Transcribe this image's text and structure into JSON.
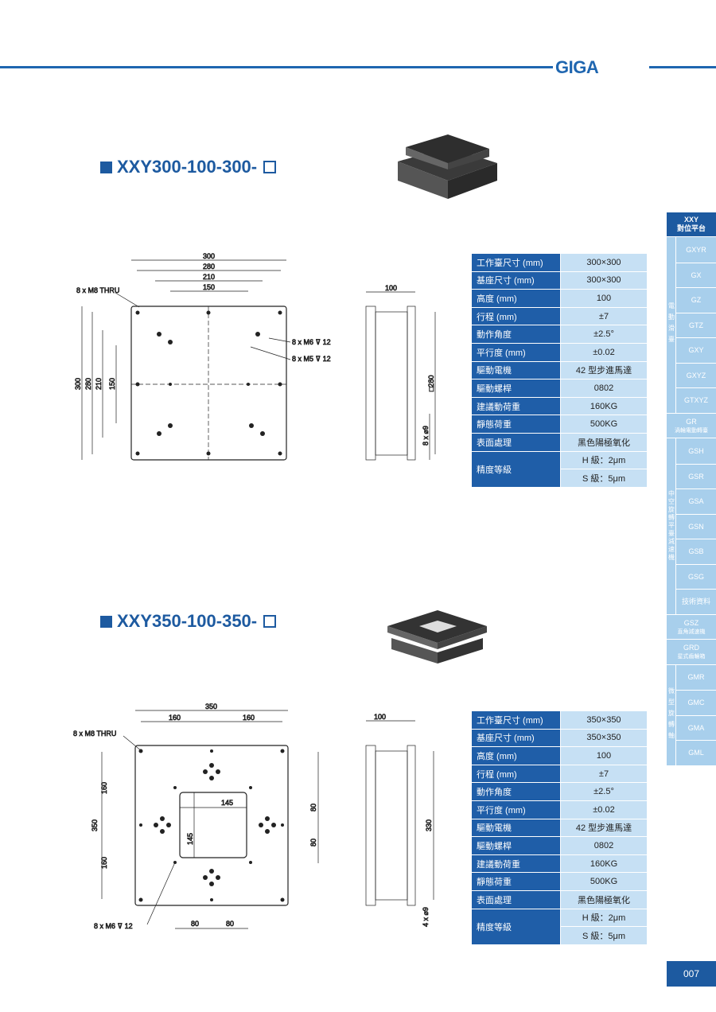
{
  "header": {
    "brand": "GIGA"
  },
  "products": [
    {
      "title": "XXY300-100-300-",
      "drawing": {
        "top_dims": [
          "300",
          "280",
          "210",
          "150"
        ],
        "left_dims": [
          "300",
          "280",
          "210",
          "150"
        ],
        "callouts": [
          "8 x M8 THRU",
          "8 x M6 ⊽ 12",
          "8 x M5 ⊽ 12"
        ],
        "side_top": "100",
        "side_height": "□280",
        "side_holes": "8 x ⌀9"
      },
      "specs": [
        [
          "工作臺尺寸 (mm)",
          "300×300"
        ],
        [
          "基座尺寸 (mm)",
          "300×300"
        ],
        [
          "高度 (mm)",
          "100"
        ],
        [
          "行程 (mm)",
          "±7"
        ],
        [
          "動作角度",
          "±2.5°"
        ],
        [
          "平行度 (mm)",
          "±0.02"
        ],
        [
          "驅動電機",
          "42 型步進馬達"
        ],
        [
          "驅動螺桿",
          "0802"
        ],
        [
          "建議動荷重",
          "160KG"
        ],
        [
          "靜態荷重",
          "500KG"
        ],
        [
          "表面處理",
          "黑色陽極氧化"
        ]
      ],
      "precision": {
        "label": "精度等級",
        "h": "H 級：2μm",
        "s": "S 級：5μm"
      }
    },
    {
      "title": "XXY350-100-350-",
      "drawing": {
        "top_dims": [
          "350",
          "160",
          "160"
        ],
        "left_dims": [
          "160",
          "350",
          "160"
        ],
        "right_dims": [
          "80",
          "80"
        ],
        "window": [
          "145",
          "145"
        ],
        "bottom_dims": [
          "80",
          "80"
        ],
        "callouts": [
          "8 x  M8 THRU",
          "8 x  M6 ⊽ 12"
        ],
        "side_top": "100",
        "side_height": "330",
        "side_holes": "4 x ⌀9"
      },
      "specs": [
        [
          "工作臺尺寸 (mm)",
          "350×350"
        ],
        [
          "基座尺寸 (mm)",
          "350×350"
        ],
        [
          "高度 (mm)",
          "100"
        ],
        [
          "行程 (mm)",
          "±7"
        ],
        [
          "動作角度",
          "±2.5°"
        ],
        [
          "平行度 (mm)",
          "±0.02"
        ],
        [
          "驅動電機",
          "42 型步進馬達"
        ],
        [
          "驅動螺桿",
          "0802"
        ],
        [
          "建議動荷重",
          "160KG"
        ],
        [
          "靜態荷重",
          "500KG"
        ],
        [
          "表面處理",
          "黑色陽極氧化"
        ]
      ],
      "precision": {
        "label": "精度等級",
        "h": "H 級：2μm",
        "s": "S 級：5μm"
      }
    }
  ],
  "sidebar": {
    "header": [
      "XXY",
      "對位平台"
    ],
    "group1": {
      "label": "電動滑臺",
      "items": [
        "GXYR",
        "GX",
        "GZ",
        "GTZ",
        "GXY",
        "GXYZ",
        "GTXYZ"
      ]
    },
    "gr": [
      "GR",
      "渦輪電動轉臺"
    ],
    "group2": {
      "label": "中空旋轉平臺減速機",
      "items": [
        "GSH",
        "GSR",
        "GSA",
        "GSN",
        "GSB",
        "GSG",
        "技術資料"
      ]
    },
    "gsz": [
      "GSZ",
      "直角減速機"
    ],
    "grd": [
      "GRD",
      "星式齒輪箱"
    ],
    "group3": {
      "label": "微型旋轉軸",
      "items": [
        "GMR",
        "GMC",
        "GMA",
        "GML"
      ]
    }
  },
  "page_number": "007",
  "colors": {
    "primary": "#1d5aa0",
    "light": "#c6e0f4",
    "tab": "#a8cfec"
  }
}
